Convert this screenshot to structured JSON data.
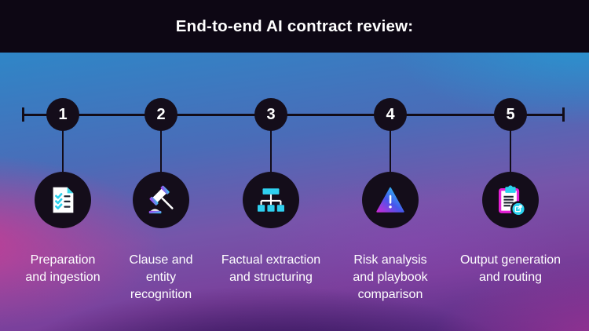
{
  "header": {
    "title": "End-to-end AI contract review:"
  },
  "steps": [
    {
      "number": "1",
      "label": "Preparation and ingestion",
      "lines": [
        "Preparation",
        "and ingestion"
      ],
      "icon": "checklist-document-icon"
    },
    {
      "number": "2",
      "label": "Clause and entity recognition",
      "lines": [
        "Clause and",
        "entity",
        "recognition"
      ],
      "icon": "gavel-icon"
    },
    {
      "number": "3",
      "label": "Factual extraction and structuring",
      "lines": [
        "Factual extraction",
        "and structuring"
      ],
      "icon": "org-tree-icon"
    },
    {
      "number": "4",
      "label": "Risk analysis and playbook comparison",
      "lines": [
        "Risk analysis",
        "and playbook",
        "comparison"
      ],
      "icon": "warning-triangle-icon"
    },
    {
      "number": "5",
      "label": "Output generation and routing",
      "lines": [
        "Output generation",
        "and routing"
      ],
      "icon": "clipboard-export-icon"
    }
  ],
  "colors": {
    "header_bg": "#0D0714",
    "node_fill": "#140D1A",
    "timeline_line": "#120C18",
    "text": "#FFFFFF",
    "accent_cyan": "#2BD2EE",
    "accent_magenta": "#E620D6",
    "accent_purple": "#B02DE8",
    "bg_top_blue": "#2F86C7",
    "bg_pink": "#DE348D",
    "bg_bottom_purple": "#552A83"
  }
}
